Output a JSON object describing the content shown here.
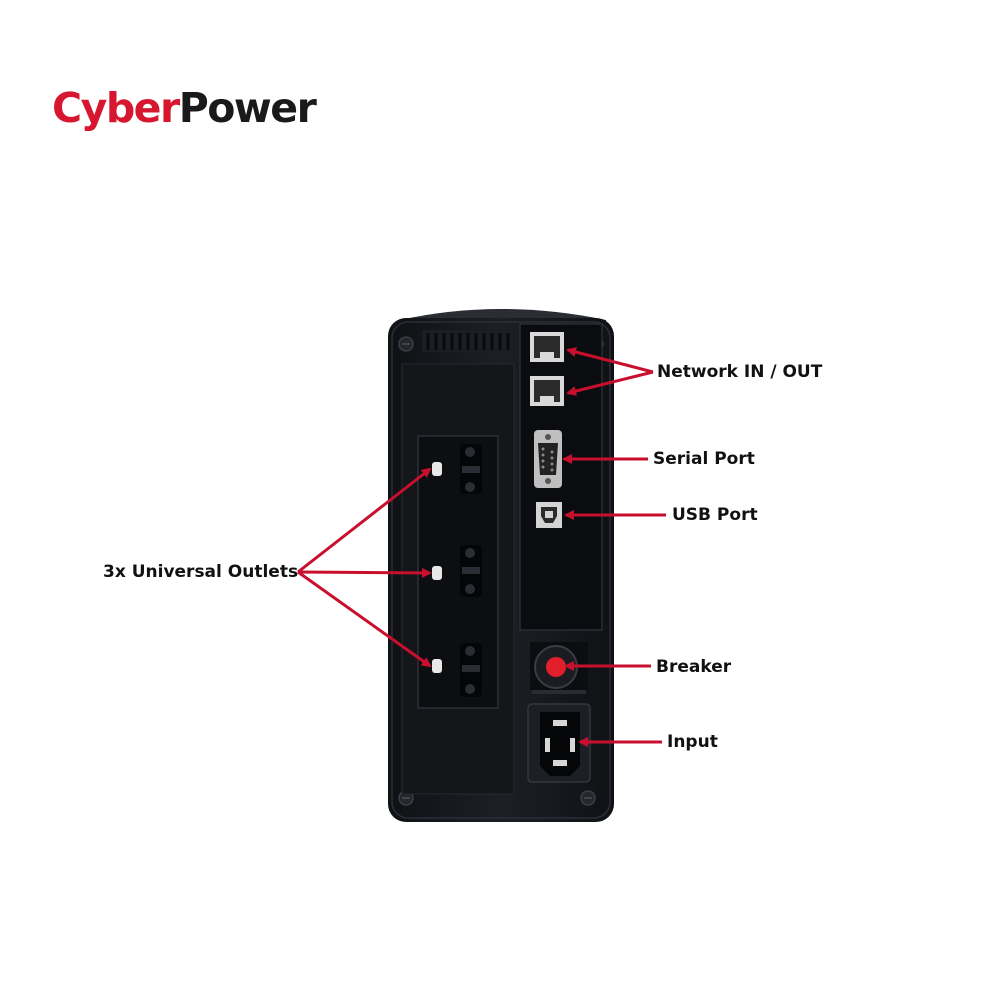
{
  "brand": {
    "part1": "Cyber",
    "part2": "Power",
    "primary_color": "#d7172f",
    "dark_color": "#1a1a1a"
  },
  "callouts": {
    "network": "Network IN / OUT",
    "serial": "Serial Port",
    "usb": "USB Port",
    "outlets": "3x Universal Outlets",
    "breaker": "Breaker",
    "input": "Input"
  },
  "colors": {
    "arrow": "#c8102e",
    "device_body": "#16181d",
    "device_panel": "#0d0f13",
    "breaker_button": "#e01f2a"
  }
}
